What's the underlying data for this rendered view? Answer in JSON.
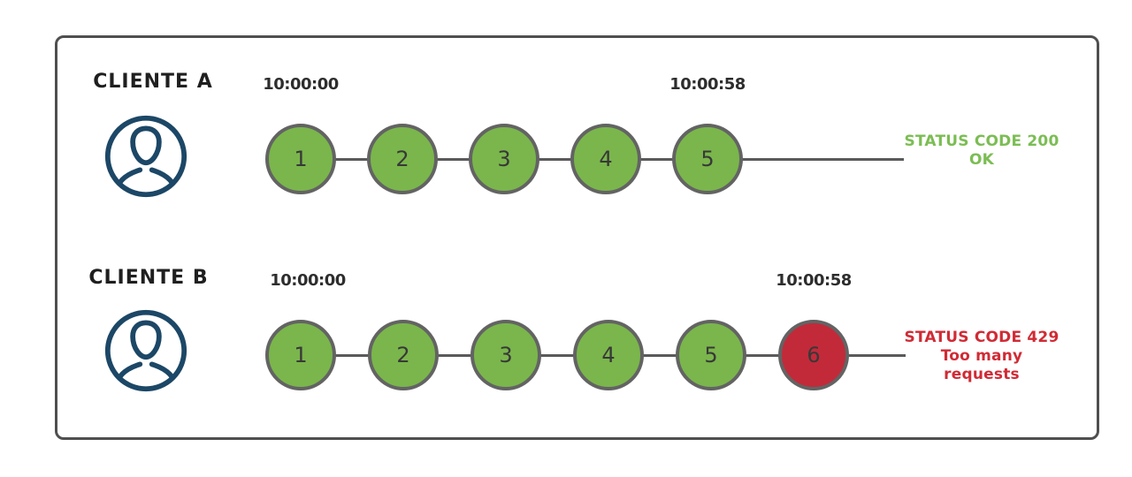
{
  "colors": {
    "frame_border": "#4f4f4f",
    "node_success_fill": "#7ab64c",
    "node_limited_fill": "#c22a3a",
    "node_border": "#636363",
    "wire": "#5a5a5a",
    "avatar_navy": "#1c4766",
    "timestamp_text": "#2d2d2d",
    "status_ok_text": "#7bbd53",
    "status_error_text": "#d02b35"
  },
  "clients": [
    {
      "name": "CLIENTE A",
      "start_time": "10:00:00",
      "end_time": "10:00:58",
      "requests": [
        "1",
        "2",
        "3",
        "4",
        "5"
      ],
      "request_states": [
        "success",
        "success",
        "success",
        "success",
        "success"
      ],
      "status_code_label": "STATUS CODE 200",
      "status_detail": "OK"
    },
    {
      "name": "CLIENTE B",
      "start_time": "10:00:00",
      "end_time": "10:00:58",
      "requests": [
        "1",
        "2",
        "3",
        "4",
        "5",
        "6"
      ],
      "request_states": [
        "success",
        "success",
        "success",
        "success",
        "success",
        "rate-limited"
      ],
      "status_code_label": "STATUS CODE 429",
      "status_detail": "Too many requests"
    }
  ]
}
